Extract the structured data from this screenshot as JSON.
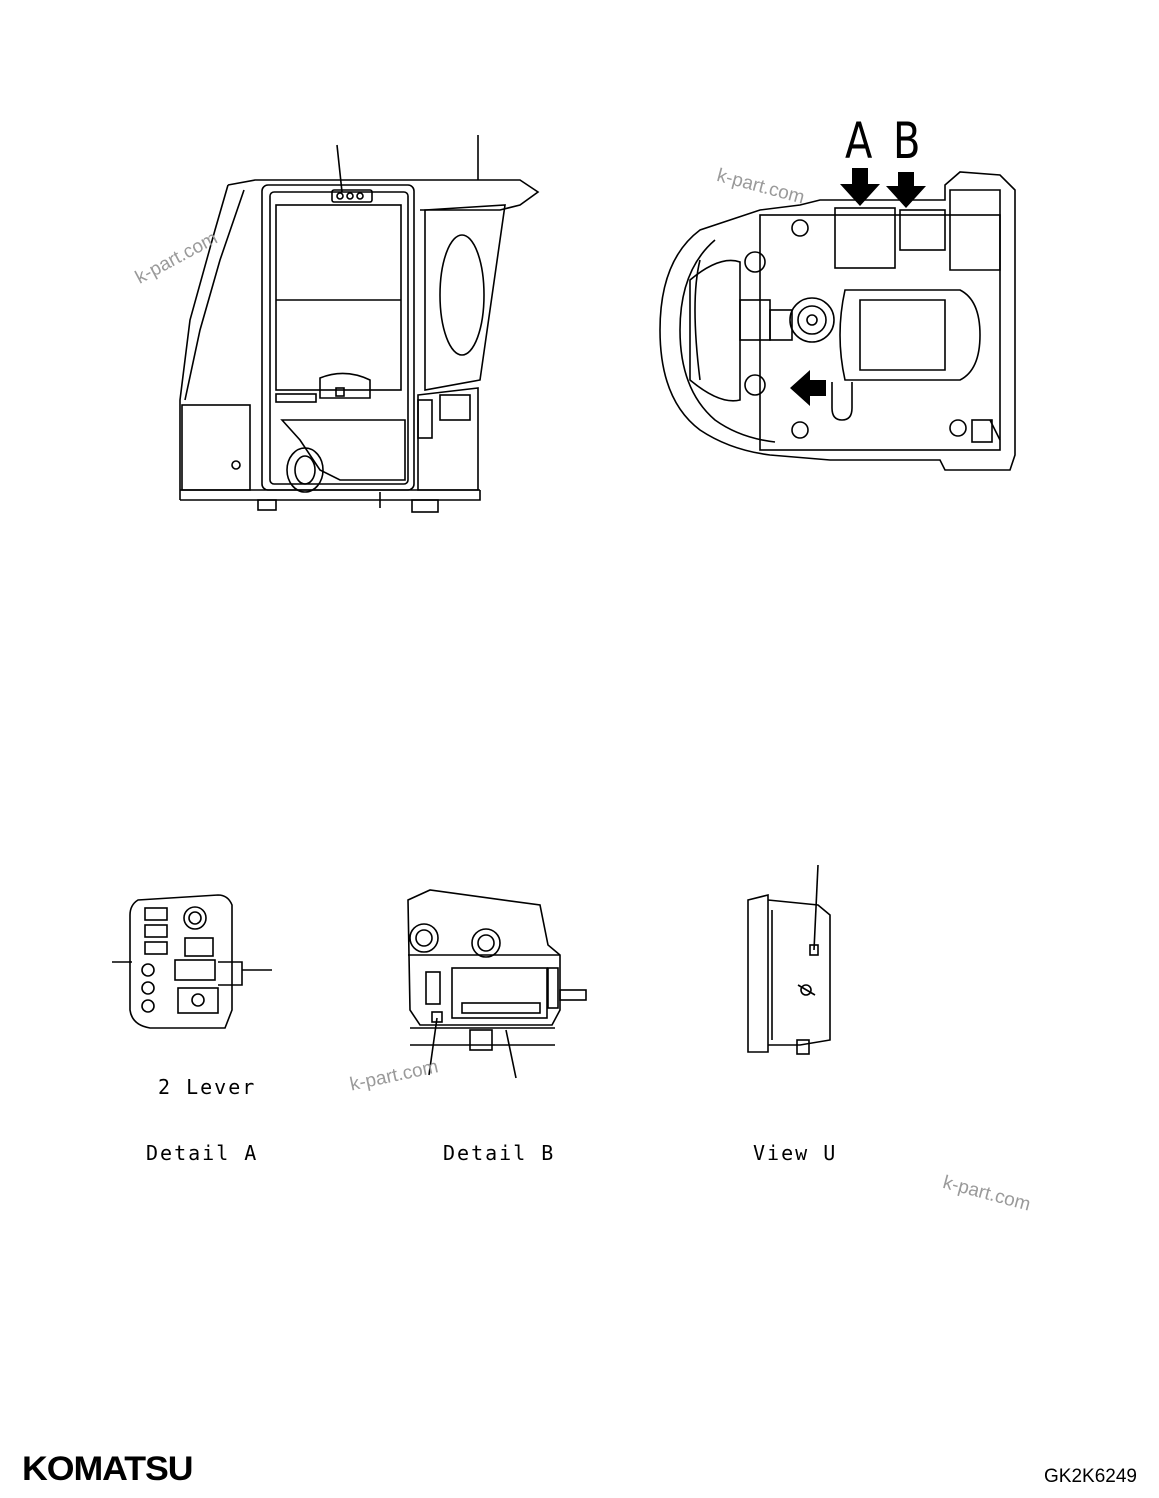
{
  "figure": {
    "top_letters": [
      "A",
      "B"
    ],
    "view_letter": "U",
    "lever_note": "2 Lever",
    "captions": {
      "detail_a": "Detail A",
      "detail_b": "Detail B",
      "view_u": "View U"
    }
  },
  "watermark": "k-part.com",
  "footer": {
    "brand": "KOMATSU",
    "part_code": "GK2K6249"
  }
}
